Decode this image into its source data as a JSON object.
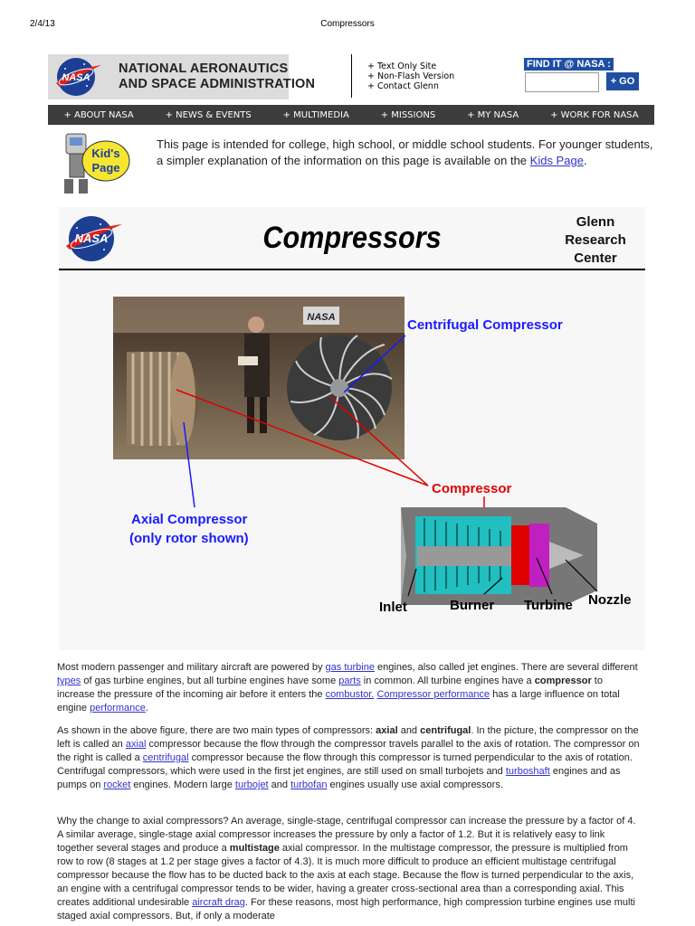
{
  "print_header": {
    "date": "2/4/13",
    "title": "Compressors"
  },
  "header": {
    "agency_line1": "NATIONAL AERONAUTICS",
    "agency_line2": "AND SPACE ADMINISTRATION",
    "links": [
      "+ Text Only Site",
      "+ Non-Flash Version",
      "+ Contact Glenn"
    ],
    "find_label": "FIND IT @ NASA :",
    "search_value": "",
    "go_label": "+ GO",
    "logo_text": "NASA"
  },
  "nav": [
    "+ ABOUT NASA",
    "+ NEWS & EVENTS",
    "+ MULTIMEDIA",
    "+ MISSIONS",
    "+ MY NASA",
    "+ WORK FOR NASA"
  ],
  "kids": {
    "icon_line1": "Kid's",
    "icon_line2": "Page",
    "text_before": "This page is intended for college, high school, or middle school students. For younger students, a simpler explanation of the information on this page is available on the ",
    "link": "Kids Page",
    "text_after": "."
  },
  "figure": {
    "title": "Compressors",
    "grc_line1": "Glenn",
    "grc_line2": "Research",
    "grc_line3": "Center",
    "logo_text": "NASA",
    "photo_sign": "NASA",
    "label_centrifugal": "Centrifugal  Compressor",
    "label_compressor": "Compressor",
    "label_axial1": "Axial  Compressor",
    "label_axial2": "(only  rotor  shown)",
    "label_inlet": "Inlet",
    "label_burner": "Burner",
    "label_turbine": "Turbine",
    "label_nozzle": "Nozzle",
    "colors": {
      "blue": "#1a1aff",
      "red": "#e00000",
      "cyan": "#17c7c7",
      "magenta": "#c020c0"
    }
  },
  "p1": {
    "t1": "Most modern passenger and military aircraft are powered by ",
    "l1": "gas turbine",
    "t2": " engines, also called jet engines. There are several different ",
    "l2": "types",
    "t3": " of gas turbine engines, but all turbine engines have some ",
    "l3": "parts",
    "t4": " in common. All turbine engines have a ",
    "b1": "compressor",
    "t5": " to increase the pressure of the incoming air before it enters the ",
    "l4": "combustor.",
    "t6": " ",
    "l5": "Compressor performance",
    "t7": " has a large influence on total engine ",
    "l6": "performance",
    "t8": "."
  },
  "p2": {
    "t1": "As shown in the above figure, there are two main types of compressors: ",
    "b1": "axial",
    "t2": " and ",
    "b2": "centrifugal",
    "t3": ". In the picture, the compressor on the left is called an ",
    "l1": "axial",
    "t4": " compressor because the flow through the compressor travels parallel to the axis of rotation. The compressor on the right is called a ",
    "l2": "centrifugal",
    "t5": " compressor because the flow through this compressor is turned perpendicular to the axis of rotation. Centrifugal compressors, which were used in the first jet engines, are still used on small turbojets and ",
    "l3": "turboshaft",
    "t6": " engines and as pumps on ",
    "l4": "rocket",
    "t7": " engines. Modern large ",
    "l5": "turbojet",
    "t8": " and ",
    "l6": "turbofan",
    "t9": " engines usually use axial compressors."
  },
  "p3": {
    "t1": "Why the change to axial compressors? An average, single-stage, centrifugal compressor can increase the pressure by a factor of 4. A similar average, single-stage axial compressor increases the pressure by only a factor of 1.2. But it is relatively easy to link together several stages and produce a ",
    "b1": "multistage",
    "t2": " axial compressor. In the multistage compressor, the pressure is multiplied from row to row (8 stages at 1.2 per stage gives a factor of 4.3). It is much more difficult to produce an efficient multistage centrifugal compressor because the flow has to be ducted back to the axis at each stage. Because the flow is turned perpendicular to the axis, an engine with a centrifugal compressor tends to be wider, having a greater cross-sectional area than a corresponding axial. This creates additional undesirable ",
    "l1": "aircraft drag",
    "t3": ". For these reasons, most high performance, high compression turbine engines use multi staged axial compressors. But, if only a moderate"
  }
}
